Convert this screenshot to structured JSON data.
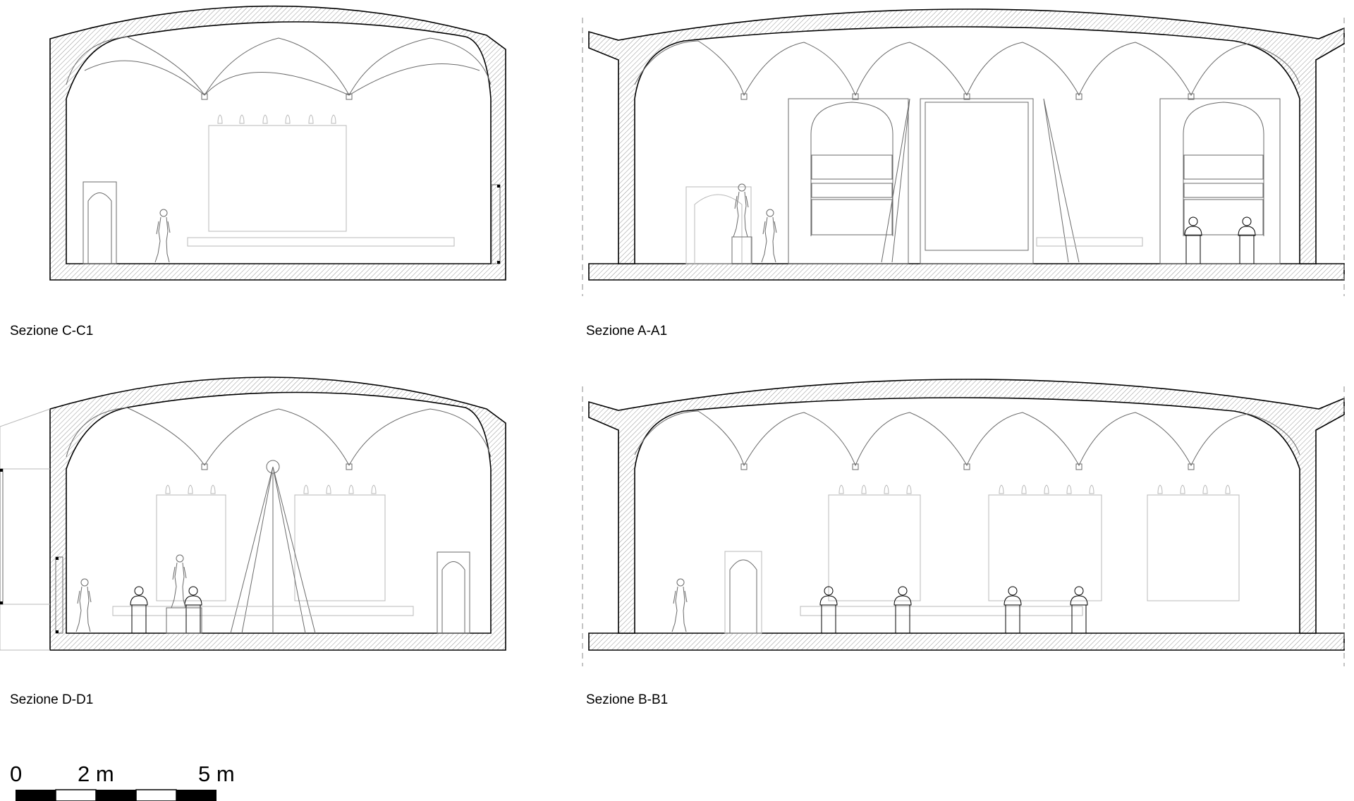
{
  "sections": [
    {
      "id": "c-c1",
      "caption": "Sezione C-C1"
    },
    {
      "id": "a-a1",
      "caption": "Sezione A-A1"
    },
    {
      "id": "d-d1",
      "caption": "Sezione D-D1"
    },
    {
      "id": "b-b1",
      "caption": "Sezione B-B1"
    }
  ],
  "scale_bar": {
    "labels": [
      "0",
      "2 m",
      "5 m"
    ],
    "segments": [
      "black",
      "white",
      "black",
      "white",
      "black"
    ]
  }
}
